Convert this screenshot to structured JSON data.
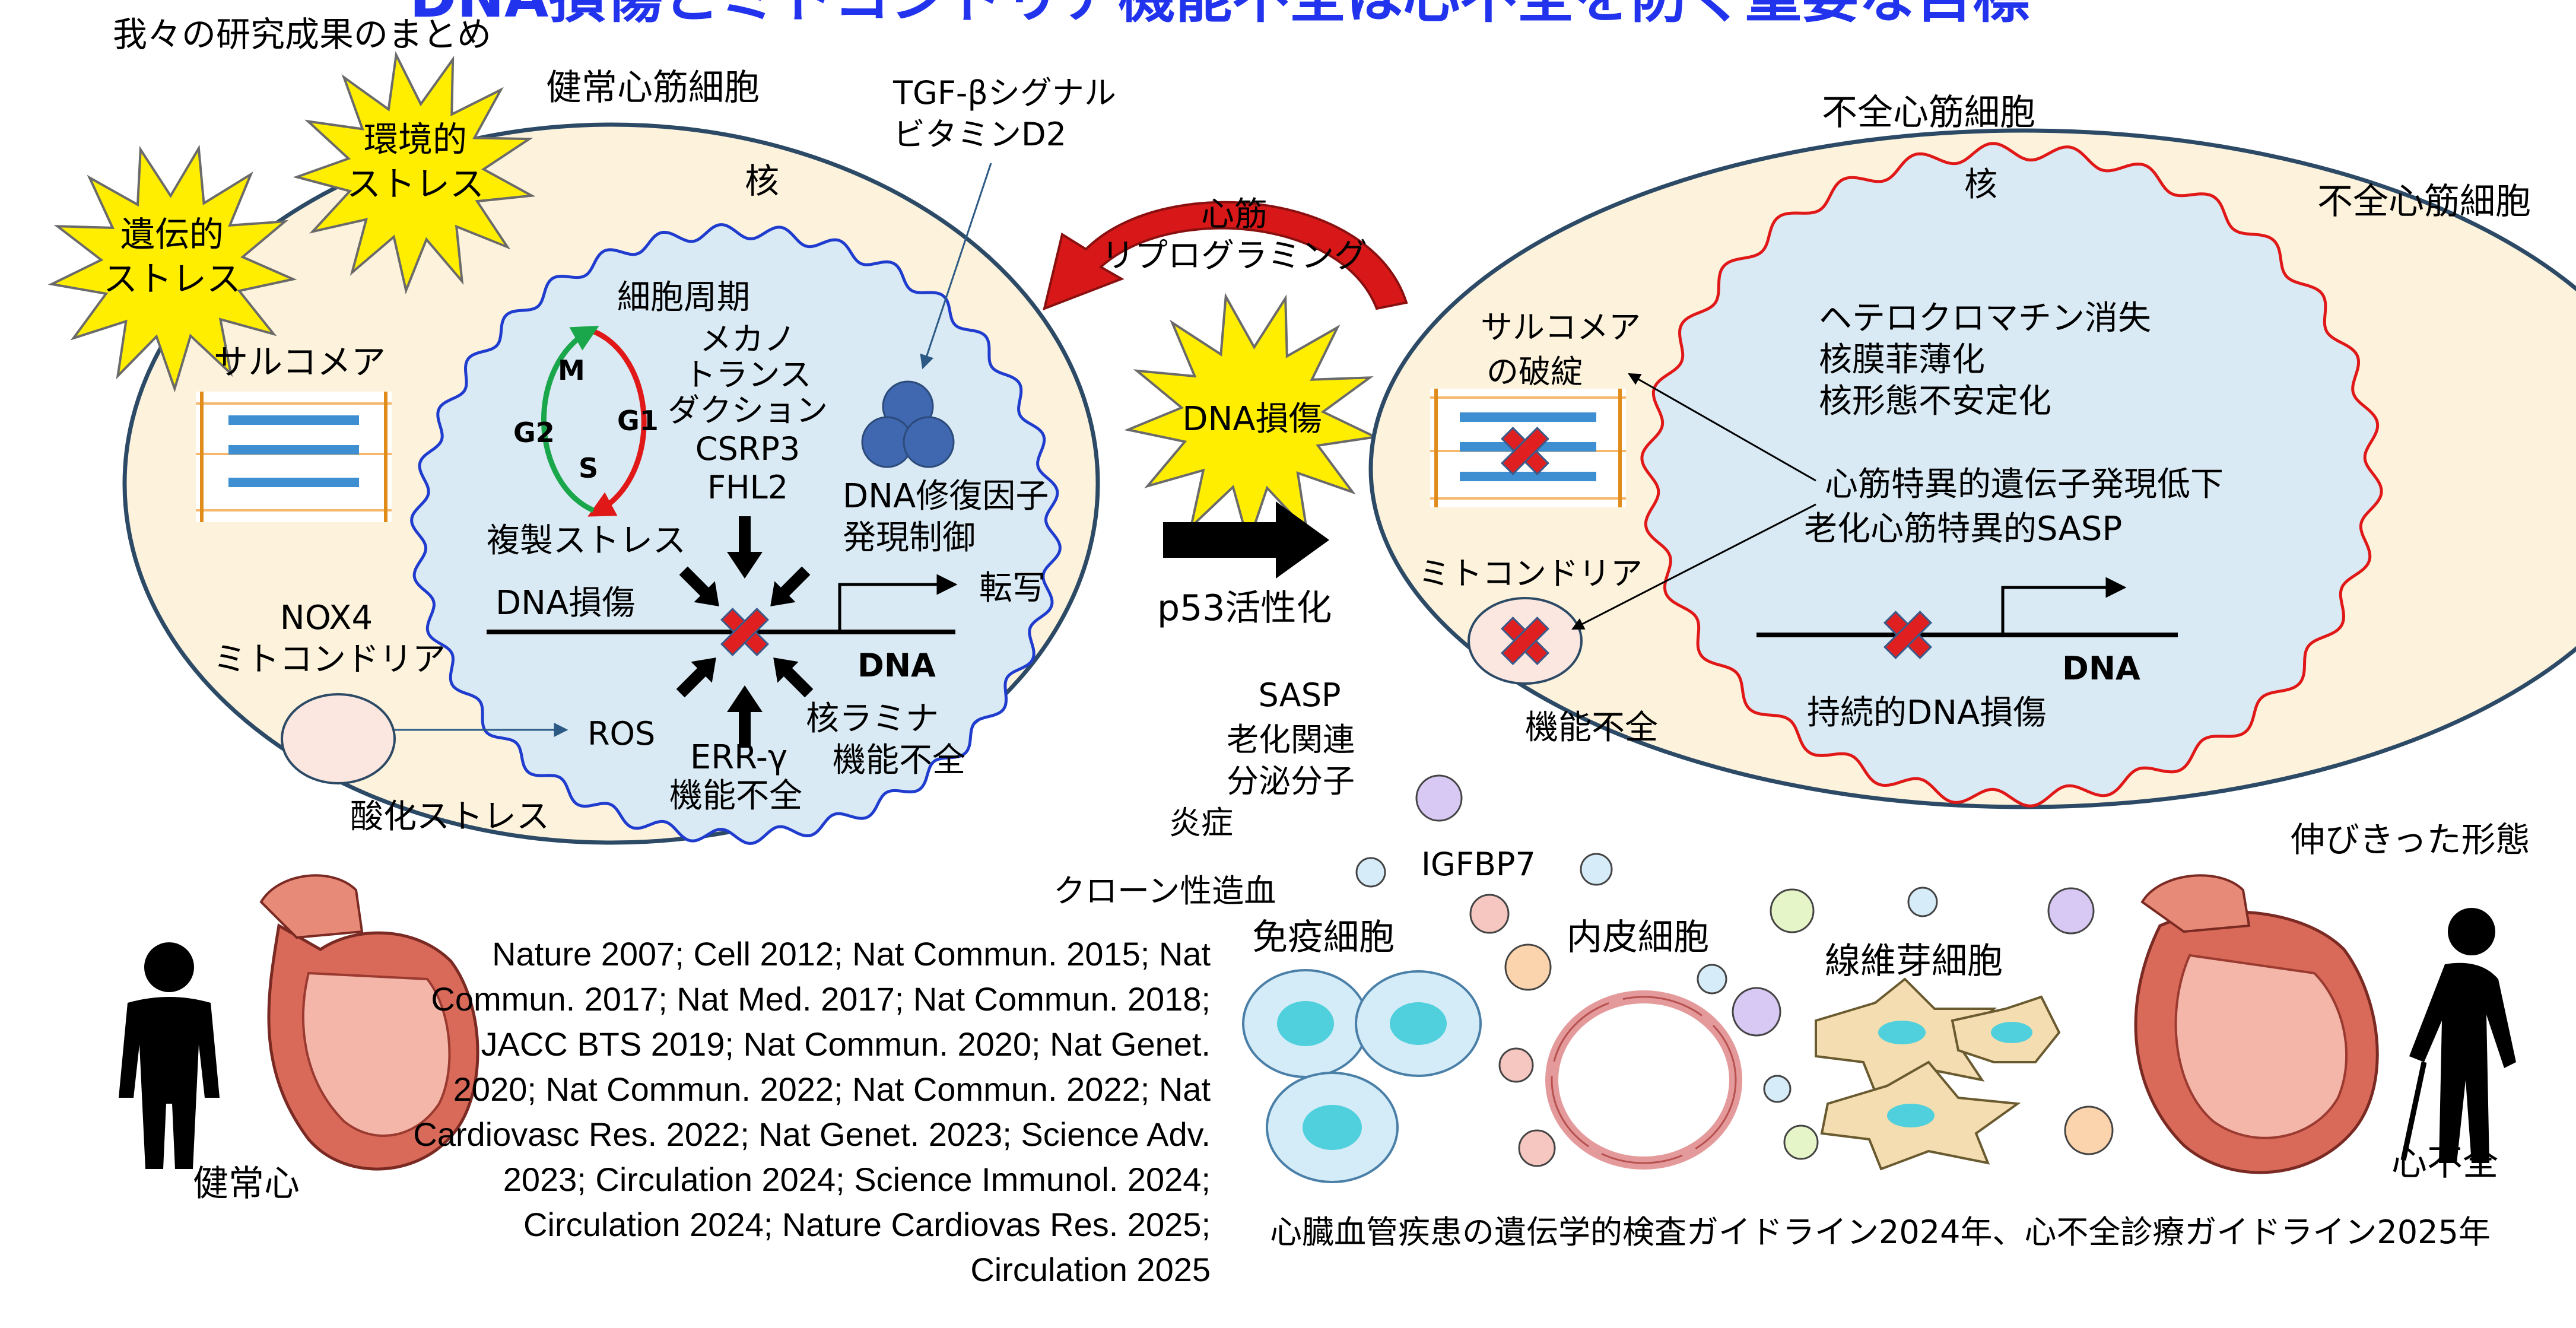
{
  "colors": {
    "title_blue": "#2233ee",
    "cytoplasm": "#fdf3dc",
    "nucleus": "#d9eaf4",
    "nucleus_border_healthy": "#1f3ccf",
    "nucleus_border_failing": "#e01818",
    "cell_border": "#2c4a66",
    "star": "#ffee00",
    "red_x": "#e02020",
    "arc_red": "#d81818"
  },
  "header": {
    "title_fragment": "DNA損傷とミトコンドリア機能不全は心不全を防ぐ重要な目標",
    "subtitle": "我々の研究成果のまとめ"
  },
  "healthy_cell": {
    "label": "健常心筋細胞",
    "nucleus_label": "核",
    "stars": [
      "遺伝的\nストレス",
      "環境的\nストレス"
    ],
    "sarcomere_label": "サルコメア",
    "cell_cycle_label": "細胞周期",
    "phases": [
      "M",
      "G1",
      "G2",
      "S"
    ],
    "mechano": [
      "メカノ",
      "トランス",
      "ダクション",
      "CSRP3",
      "FHL2"
    ],
    "tgf": [
      "TGF-βシグナル",
      "ビタミンD2"
    ],
    "dna_repair": [
      "DNA修復因子",
      "発現制御"
    ],
    "replication_stress": "複製ストレス",
    "dna_damage": "DNA損傷",
    "transcription": "転写",
    "dna_label": "DNA",
    "nox4": [
      "NOX4",
      "ミトコンドリア"
    ],
    "ros": "ROS",
    "oxidative": "酸化ストレス",
    "err": [
      "ERR-γ",
      "機能不全"
    ],
    "lamina": [
      "核ラミナ",
      "機能不全"
    ]
  },
  "middle": {
    "reprogramming": [
      "心筋",
      "リプログラミング"
    ],
    "dna_damage_star": "DNA損傷",
    "p53": "p53活性化",
    "sasp": [
      "SASP",
      "老化関連",
      "分泌分子"
    ],
    "inflammation": "炎症",
    "clonal": "クローン性造血",
    "igfbp7": "IGFBP7"
  },
  "failing_cell": {
    "label": "不全心筋細胞",
    "label_side": "不全心筋細胞",
    "nucleus_label": "核",
    "sarcomere_break": [
      "サルコメア",
      "の破綻"
    ],
    "mito": "ミトコンドリア",
    "dysfunction": "機能不全",
    "changes": [
      "ヘテロクロマチン消失",
      "核膜菲薄化",
      "核形態不安定化"
    ],
    "gene_expr": [
      "心筋特異的遺伝子発現低下",
      "老化心筋特異的SASP"
    ],
    "dna_label": "DNA",
    "persistent": "持続的DNA損傷",
    "elongated": "伸びきった形態"
  },
  "bottom": {
    "healthy_heart": "健常心",
    "failing_heart": "心不全",
    "immune": "免疫細胞",
    "endothelial": "内皮細胞",
    "fibroblast": "線維芽細胞",
    "references": "Nature 2007; Cell 2012; Nat Commun. 2015; Nat Commun. 2017; Nat Med. 2017; Nat Commun. 2018; JACC BTS 2019; Nat Commun. 2020; Nat Genet. 2020; Nat Commun. 2022; Nat Commun. 2022; Nat Cardiovasc Res. 2022; Nat Genet. 2023; Science Adv. 2023; Circulation 2024; Science Immunol. 2024; Circulation 2024; Nature Cardiovas Res. 2025; Circulation 2025",
    "guidelines": "心臓血管疾患の遺伝学的検査ガイドライン2024年、心不全診療ガイドライン2025年"
  }
}
